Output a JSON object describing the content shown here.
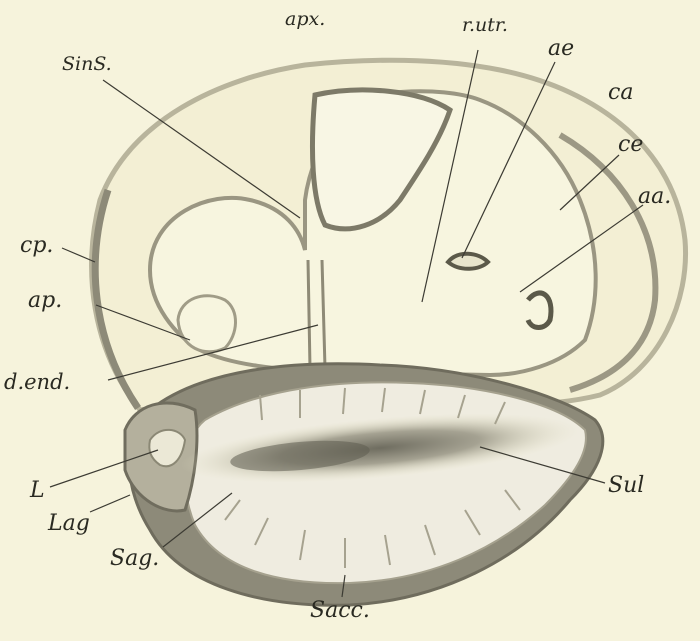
{
  "figure": {
    "labels": {
      "apx": "apx.",
      "r_utr": "r.utr.",
      "sin_s": "SinS.",
      "ae": "ae",
      "ca": "ca",
      "ce": "ce",
      "aa": "aa.",
      "cp": "cp.",
      "ap": "ap.",
      "d_end": "d.end.",
      "l": "L",
      "lag": "Lag",
      "sag": "Sag.",
      "sacc": "Sacc.",
      "sul": "Sul"
    }
  }
}
